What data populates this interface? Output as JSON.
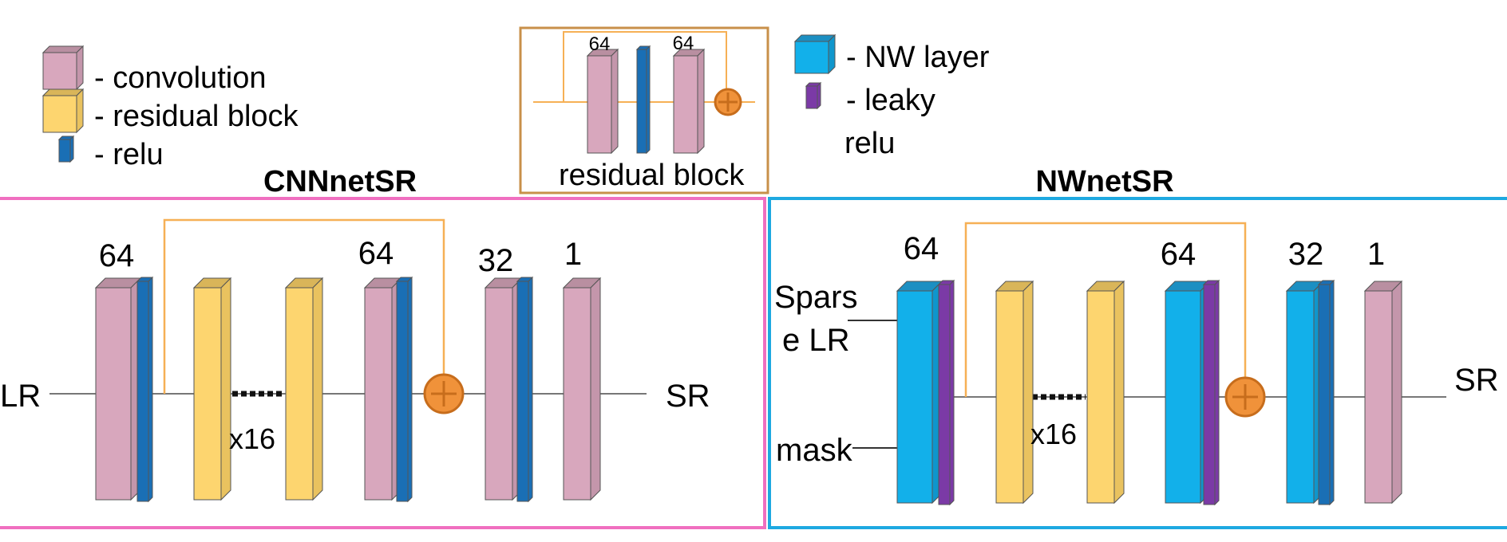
{
  "colors": {
    "conv": "#d8a7bd",
    "conv_top": "#b98fa1",
    "conv_side": "#c496ab",
    "residual": "#fdd56f",
    "residual_top": "#d9b559",
    "residual_side": "#e9c25f",
    "relu": "#1a6fb5",
    "nw": "#12b0ea",
    "nw_top": "#1c8fc2",
    "nw_side": "#0f96cc",
    "leaky": "#7b3aa6",
    "adder": "#f0923a",
    "adder_stroke": "#c76d1c",
    "skip_line": "#f6b055",
    "cnn_frame": "#f06fc0",
    "nw_frame": "#1ea9e1",
    "res_frame": "#c8904a",
    "edge": "#555555"
  },
  "legend_left": {
    "convolution": "- convolution",
    "residual_block": "- residual block",
    "relu": "- relu"
  },
  "legend_right": {
    "nw_layer": "- NW layer",
    "leaky_line1": "- leaky",
    "leaky_line2": "relu"
  },
  "residual_block_inset": {
    "caption": "residual block",
    "conv1_channels": "64",
    "conv2_channels": "64"
  },
  "cnn_net": {
    "title": "CNNnetSR",
    "input_label": "LR",
    "output_label": "SR",
    "repeat_label": "x16",
    "conv1_channels": "64",
    "conv2_channels": "64",
    "conv3_channels": "32",
    "conv4_channels": "1"
  },
  "nw_net": {
    "title": "NWnetSR",
    "input_label_line1": "Spars",
    "input_label_line2": "e LR",
    "mask_label": "mask",
    "output_label": "SR",
    "repeat_label": "x16",
    "nw1_channels": "64",
    "nw2_channels": "64",
    "nw3_channels": "32",
    "conv_channels": "1"
  }
}
